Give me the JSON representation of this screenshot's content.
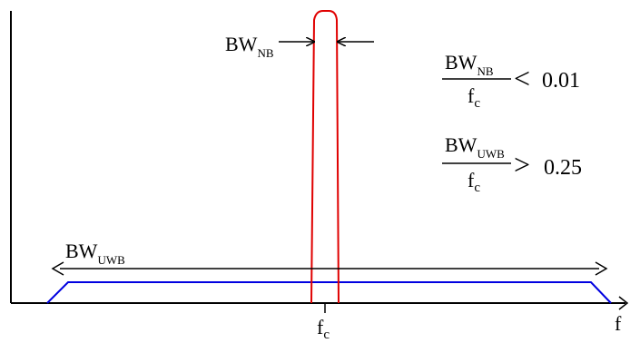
{
  "labels": {
    "bw_nb_main": "BW",
    "bw_nb_sub": "NB",
    "bw_uwb_main": "BW",
    "bw_uwb_sub": "UWB",
    "fc_main": "f",
    "fc_sub": "c",
    "f_axis": "f"
  },
  "equations": {
    "nb": {
      "num_main": "BW",
      "num_sub": "NB",
      "den_main": "f",
      "den_sub": "c",
      "operator": "<",
      "value": "0.01"
    },
    "uwb": {
      "num_main": "BW",
      "num_sub": "UWB",
      "den_main": "f",
      "den_sub": "c",
      "operator": ">",
      "value": "0.25"
    }
  },
  "colors": {
    "narrowband": "#e00000",
    "ultrawideband": "#0000e0",
    "axes": "#000000"
  }
}
